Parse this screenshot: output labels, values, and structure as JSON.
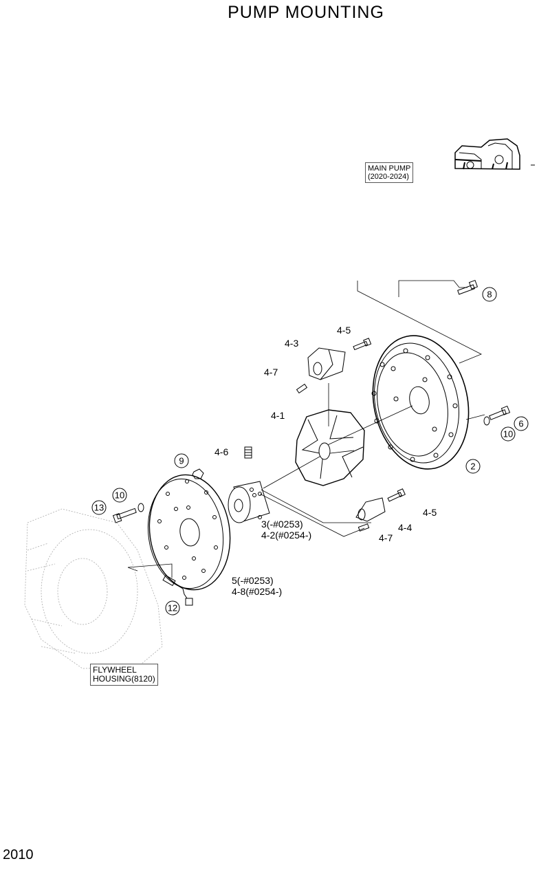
{
  "page": {
    "title": "PUMP  MOUNTING",
    "number": "2010"
  },
  "refs": {
    "main_pump": {
      "line1": "MAIN PUMP",
      "line2": "(2020-2024)"
    },
    "flywheel": {
      "line1": "FLYWHEEL",
      "line2": "HOUSING(8120)"
    }
  },
  "callouts": {
    "c8": "8",
    "c6": "6",
    "c10a": "10",
    "c2": "2",
    "c9": "9",
    "c10b": "10",
    "c13": "13",
    "c12": "12"
  },
  "labels": {
    "l45a": "4-5",
    "l43": "4-3",
    "l47a": "4-7",
    "l41": "4-1",
    "l46": "4-6",
    "l45b": "4-5",
    "l44": "4-4",
    "l47b": "4-7",
    "hub": {
      "line1": "3(-#0253)",
      "line2": "4-2(#0254-)"
    },
    "plate": {
      "line1": "5(-#0253)",
      "line2": "4-8(#0254-)"
    }
  }
}
